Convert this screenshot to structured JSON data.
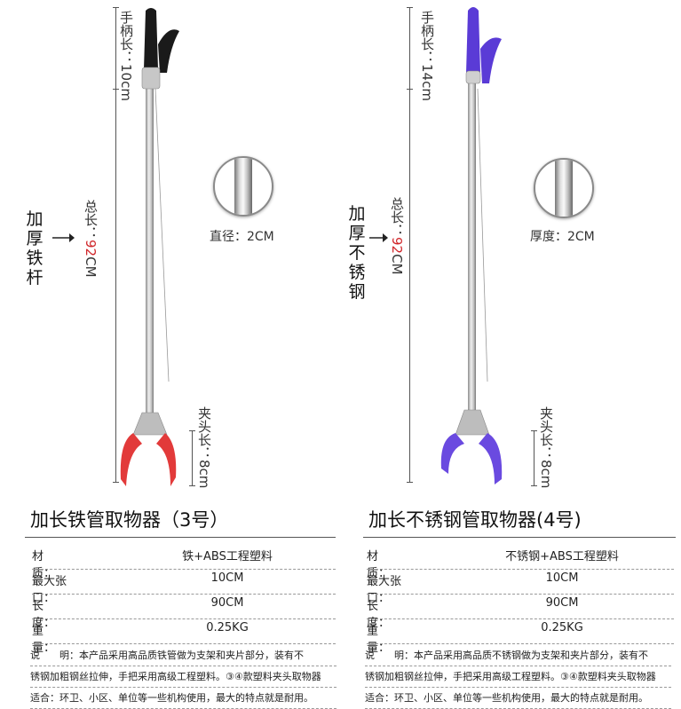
{
  "left": {
    "handle_dim": "手柄长：10cm",
    "total_dim_prefix": "总长：",
    "total_dim_value": "92",
    "total_dim_unit": "CM",
    "head_dim": "夹头长：8cm",
    "side_label": [
      "加",
      "厚",
      "铁",
      "杆"
    ],
    "cross_section_caption": "直径：2CM",
    "title": "加长铁管取物器（3号）",
    "specs": [
      {
        "label": "材　　质：",
        "value": "铁+ABS工程塑料"
      },
      {
        "label": "最大张口：",
        "value": "10CM"
      },
      {
        "label": "长　　度：",
        "value": "90CM"
      },
      {
        "label": "重　　量：",
        "value": "0.25KG"
      }
    ],
    "desc_lines": [
      "说　　明：本产品采用高品质铁管做为支架和夹片部分，装有不",
      "锈钢加粗钢丝拉伸，手把采用高级工程塑料。③④款塑料夹头取物器",
      "适合：环卫、小区、单位等一些机构使用，最大的特点就是耐用。"
    ]
  },
  "right": {
    "handle_dim": "手柄长：14cm",
    "total_dim_prefix": "总长：",
    "total_dim_value": "92",
    "total_dim_unit": "CM",
    "head_dim": "夹头长：8cm",
    "side_label": [
      "加",
      "厚",
      "不",
      "锈",
      "钢"
    ],
    "cross_section_caption": "厚度：2CM",
    "title": "加长不锈钢管取物器(4号)",
    "specs": [
      {
        "label": "材　　质：",
        "value": "不锈钢+ABS工程塑料"
      },
      {
        "label": "最大张口：",
        "value": "10CM"
      },
      {
        "label": "长　　度：",
        "value": "90CM"
      },
      {
        "label": "重　　量：",
        "value": "0.25KG"
      }
    ],
    "desc_lines": [
      "说　　明：本产品采用高品质不锈钢做为支架和夹片部分，装有不",
      "锈钢加粗钢丝拉伸，手把采用高级工程塑料。③④款塑料夹头取物器",
      "适合：环卫、小区、单位等一些机构使用，最大的特点就是耐用。"
    ]
  },
  "colors": {
    "left_handle": "#1a1a1a",
    "left_jaw": "#e23a3a",
    "right_handle": "#5a3bd6",
    "right_jaw": "#6a4ae0",
    "dimension_accent": "#d0262a"
  }
}
